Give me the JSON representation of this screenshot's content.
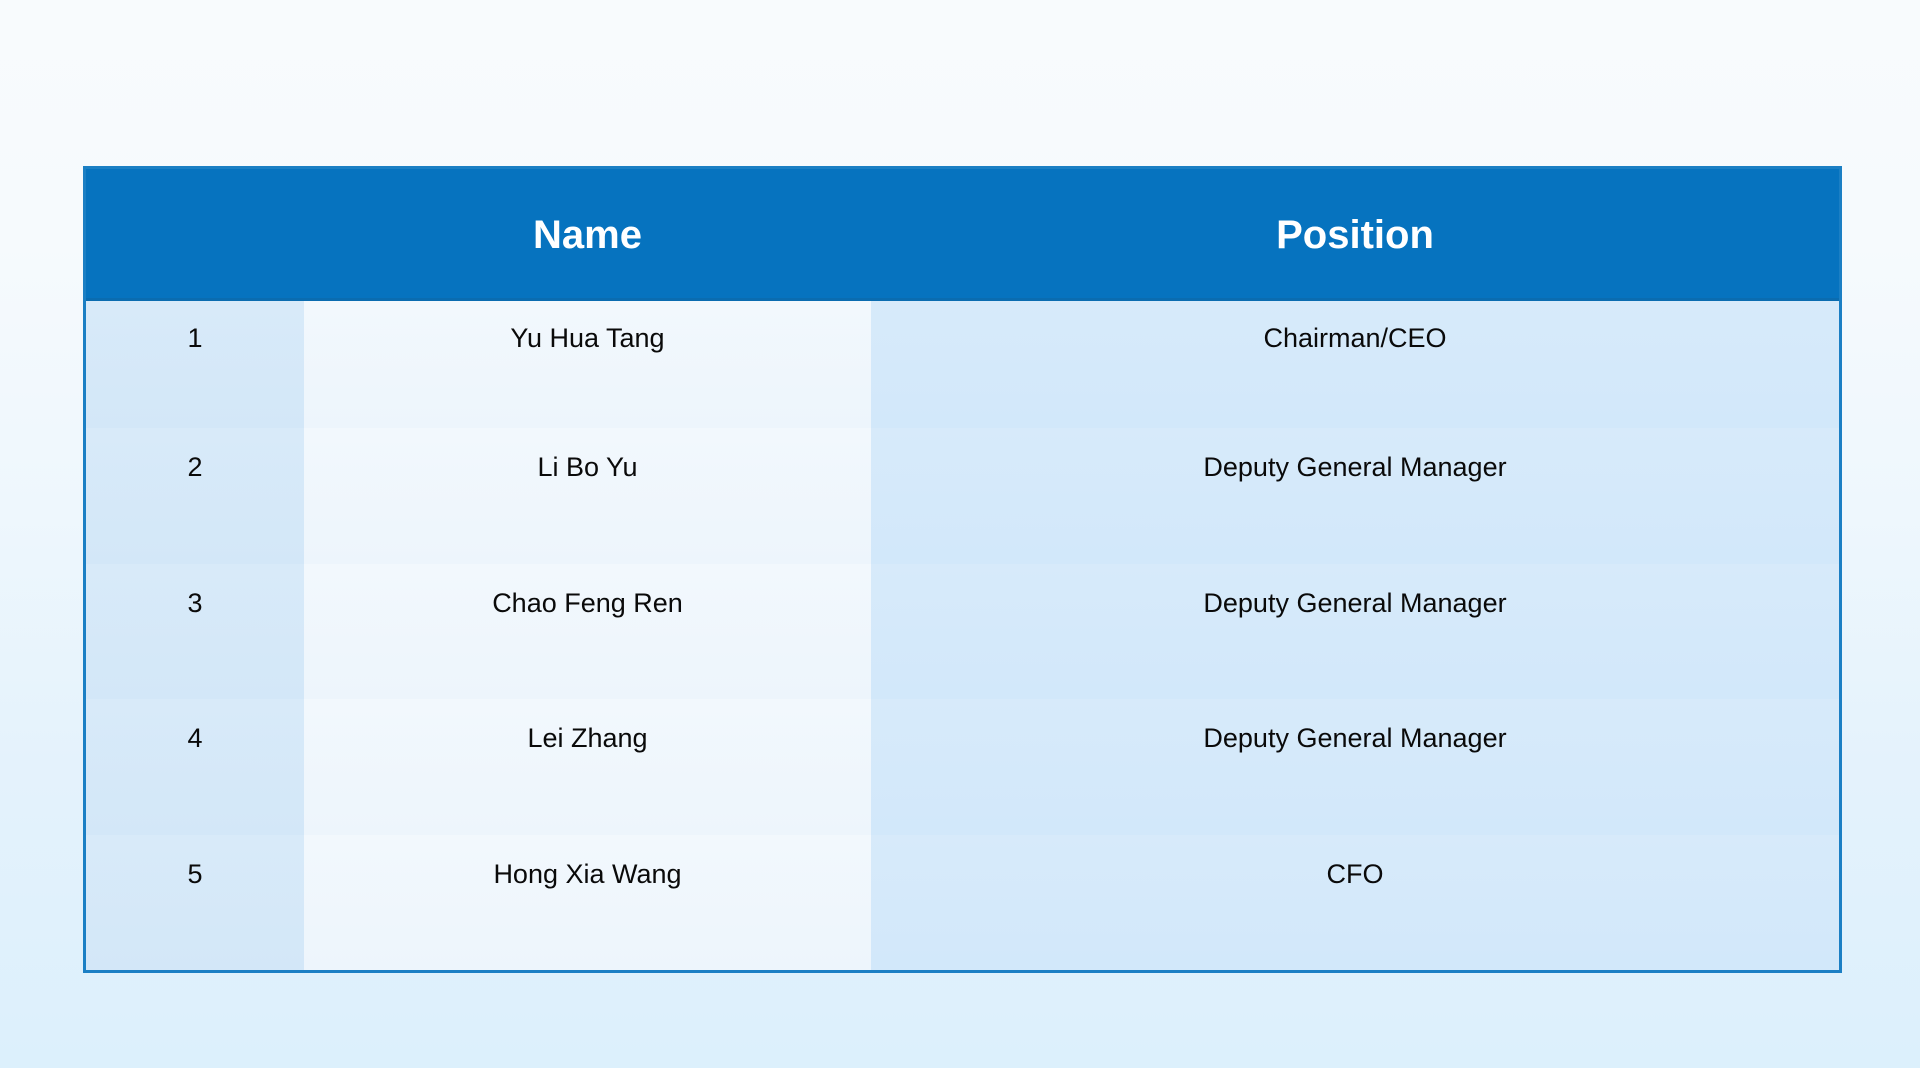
{
  "table": {
    "columns": [
      {
        "key": "index",
        "label": ""
      },
      {
        "key": "name",
        "label": "Name"
      },
      {
        "key": "position",
        "label": "Position"
      }
    ],
    "header": {
      "index_label": "",
      "name_label": "Name",
      "position_label": "Position"
    },
    "rows": [
      {
        "index": "1",
        "name": "Yu Hua Tang",
        "position": "Chairman/CEO"
      },
      {
        "index": "2",
        "name": "Li Bo Yu",
        "position": "Deputy General Manager"
      },
      {
        "index": "3",
        "name": "Chao Feng Ren",
        "position": "Deputy General Manager"
      },
      {
        "index": "4",
        "name": "Lei Zhang",
        "position": "Deputy General Manager"
      },
      {
        "index": "5",
        "name": "Hong Xia Wang",
        "position": "CFO"
      }
    ],
    "row_count": 5
  },
  "colors": {
    "header_blue": "#0673bf",
    "border_blue": "#1b7fc4",
    "index_column_bg": "#d6e9f8",
    "name_column_bg": "#f0f6fd",
    "position_column_bg": "#d5e9fa",
    "header_text": "#ffffff",
    "body_text": "#0a0a0a",
    "page_bg_top": "#f8fbfd",
    "page_bg_bottom": "#dcf0fc"
  }
}
